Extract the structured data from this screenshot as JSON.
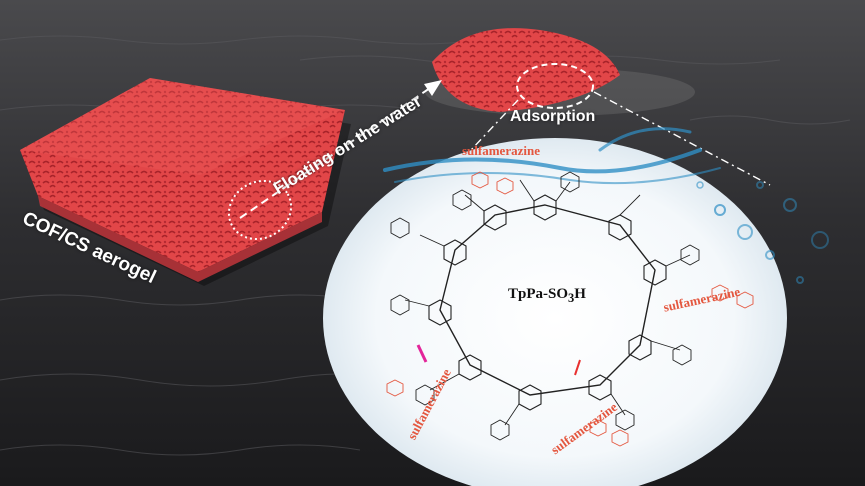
{
  "labels": {
    "aerogel": "COF/CS aerogel",
    "floating": "Floating on the water",
    "adsorption": "Adsorption",
    "cof_name": "TpPa-SO",
    "cof_sub": "3",
    "cof_tail": "H",
    "sulfamerazine_top": "sulfamerazine",
    "sulfamerazine_right": "sulfamerazine",
    "sulfamerazine_left": "sulfamerazine",
    "sulfamerazine_bottom": "sulfamerazine"
  },
  "colors": {
    "aerogel": "#e8494c",
    "water": "#2d2d30",
    "label_text": "#ffffff",
    "sulfamerazine_text": "#e4573f",
    "splash": "#2f8fc4"
  }
}
